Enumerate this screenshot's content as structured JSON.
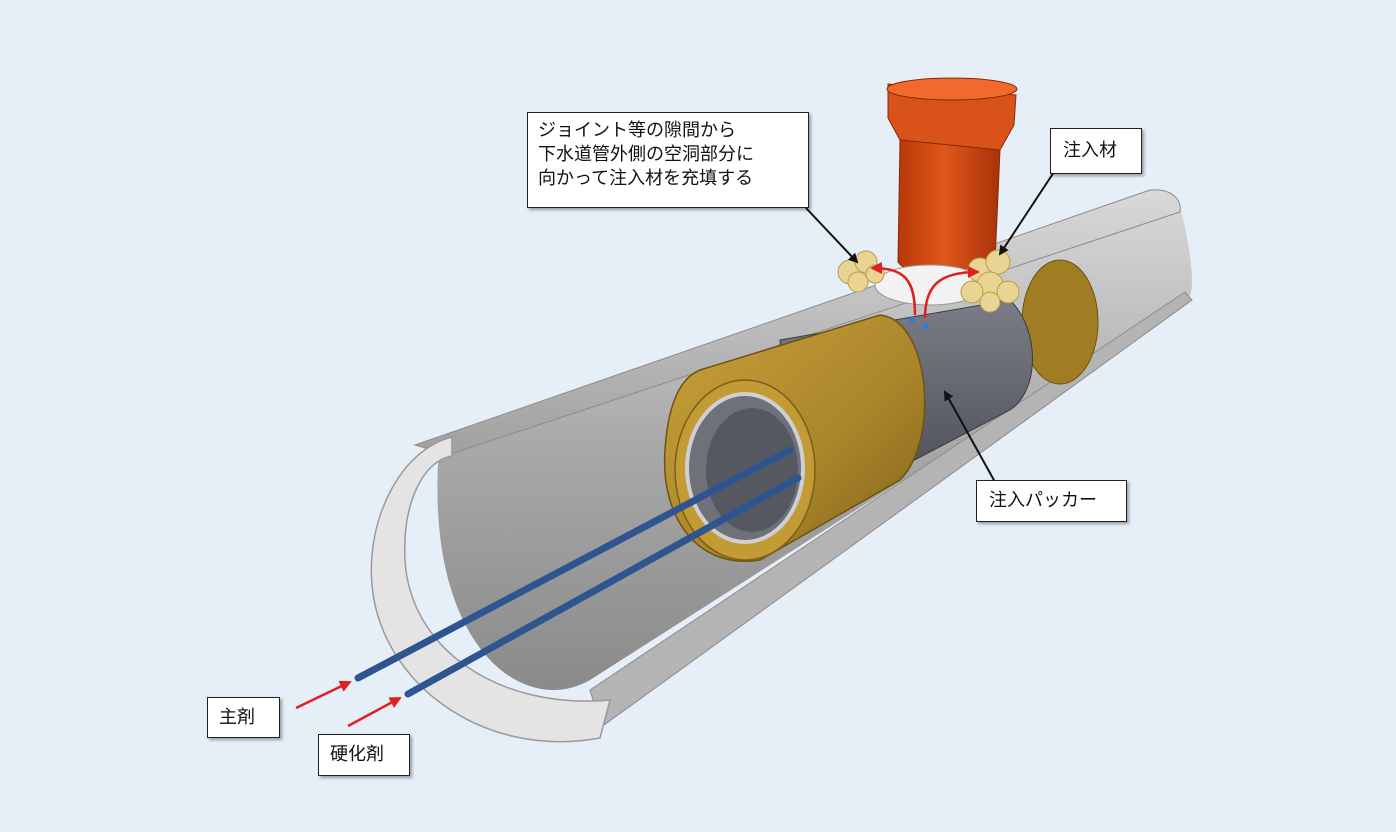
{
  "labels": {
    "joint_note": [
      "ジョイント等の隙間から",
      "下水道管外側の空洞部分に",
      "向かって注入材を充填する"
    ],
    "grout": "注入材",
    "packer": "注入パッカー",
    "main_agent": "主剤",
    "hardener": "硬化剤"
  },
  "colors": {
    "background": "#e6eef8",
    "pipe": "#c8c8c8",
    "pipe_interior": "#9a9a9a",
    "packer_sleeve": "#b08a2a",
    "packer_core": "#5c5f68",
    "injection_pipe": "#d44c0e",
    "grout": "#ead493",
    "hose": "#2f5591",
    "flow_arrow": "#e02020",
    "leader_line": "#111111"
  }
}
